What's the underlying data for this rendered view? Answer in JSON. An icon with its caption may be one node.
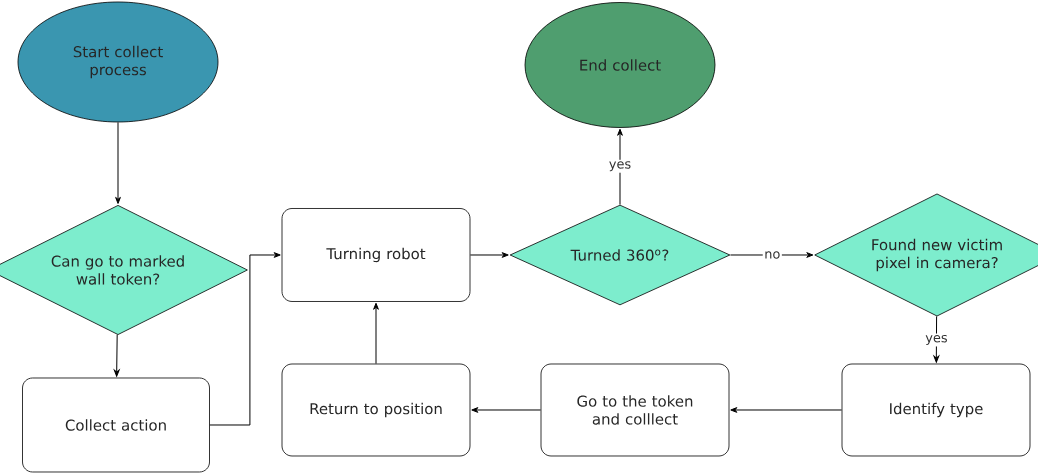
{
  "diagram": {
    "nodes": [
      {
        "text": [
          "Start collect process"
        ]
      },
      {
        "text": [
          "Can go to marked wall token?"
        ]
      },
      {
        "text": [
          "Collect action"
        ]
      },
      {
        "text": [
          "Turning robot"
        ]
      },
      {
        "text": [
          "Turned 360$^{o}$?"
        ]
      },
      {
        "text": [
          "End collect"
        ]
      },
      {
        "text": [
          "Found new victim pixel in camera?"
        ]
      },
      {
        "text": [
          "Identify type"
        ]
      },
      {
        "text": [
          "Go to the token and colllect"
        ]
      },
      {
        "text": [
          "Return to position"
        ]
      }
    ],
    "edges": [
      {
        "from": 0,
        "to": 1,
        "arrow": "to"
      },
      {
        "from": 1,
        "to": 2,
        "arrow": "to"
      },
      {
        "from": 2,
        "to": 3,
        "arrow": "to"
      },
      {
        "from": 3,
        "to": 4,
        "arrow": "to"
      },
      {
        "from": 4,
        "to": 5,
        "arrow": "to",
        "label": "yes"
      },
      {
        "from": 4,
        "to": 6,
        "arrow": "to",
        "label": "no"
      },
      {
        "from": 6,
        "to": 7,
        "arrow": "to",
        "label": "yes"
      },
      {
        "from": 7,
        "to": 8,
        "arrow": "to"
      },
      {
        "from": 8,
        "to": 9,
        "arrow": "to"
      },
      {
        "from": 9,
        "to": 3,
        "arrow": "to"
      }
    ]
  }
}
